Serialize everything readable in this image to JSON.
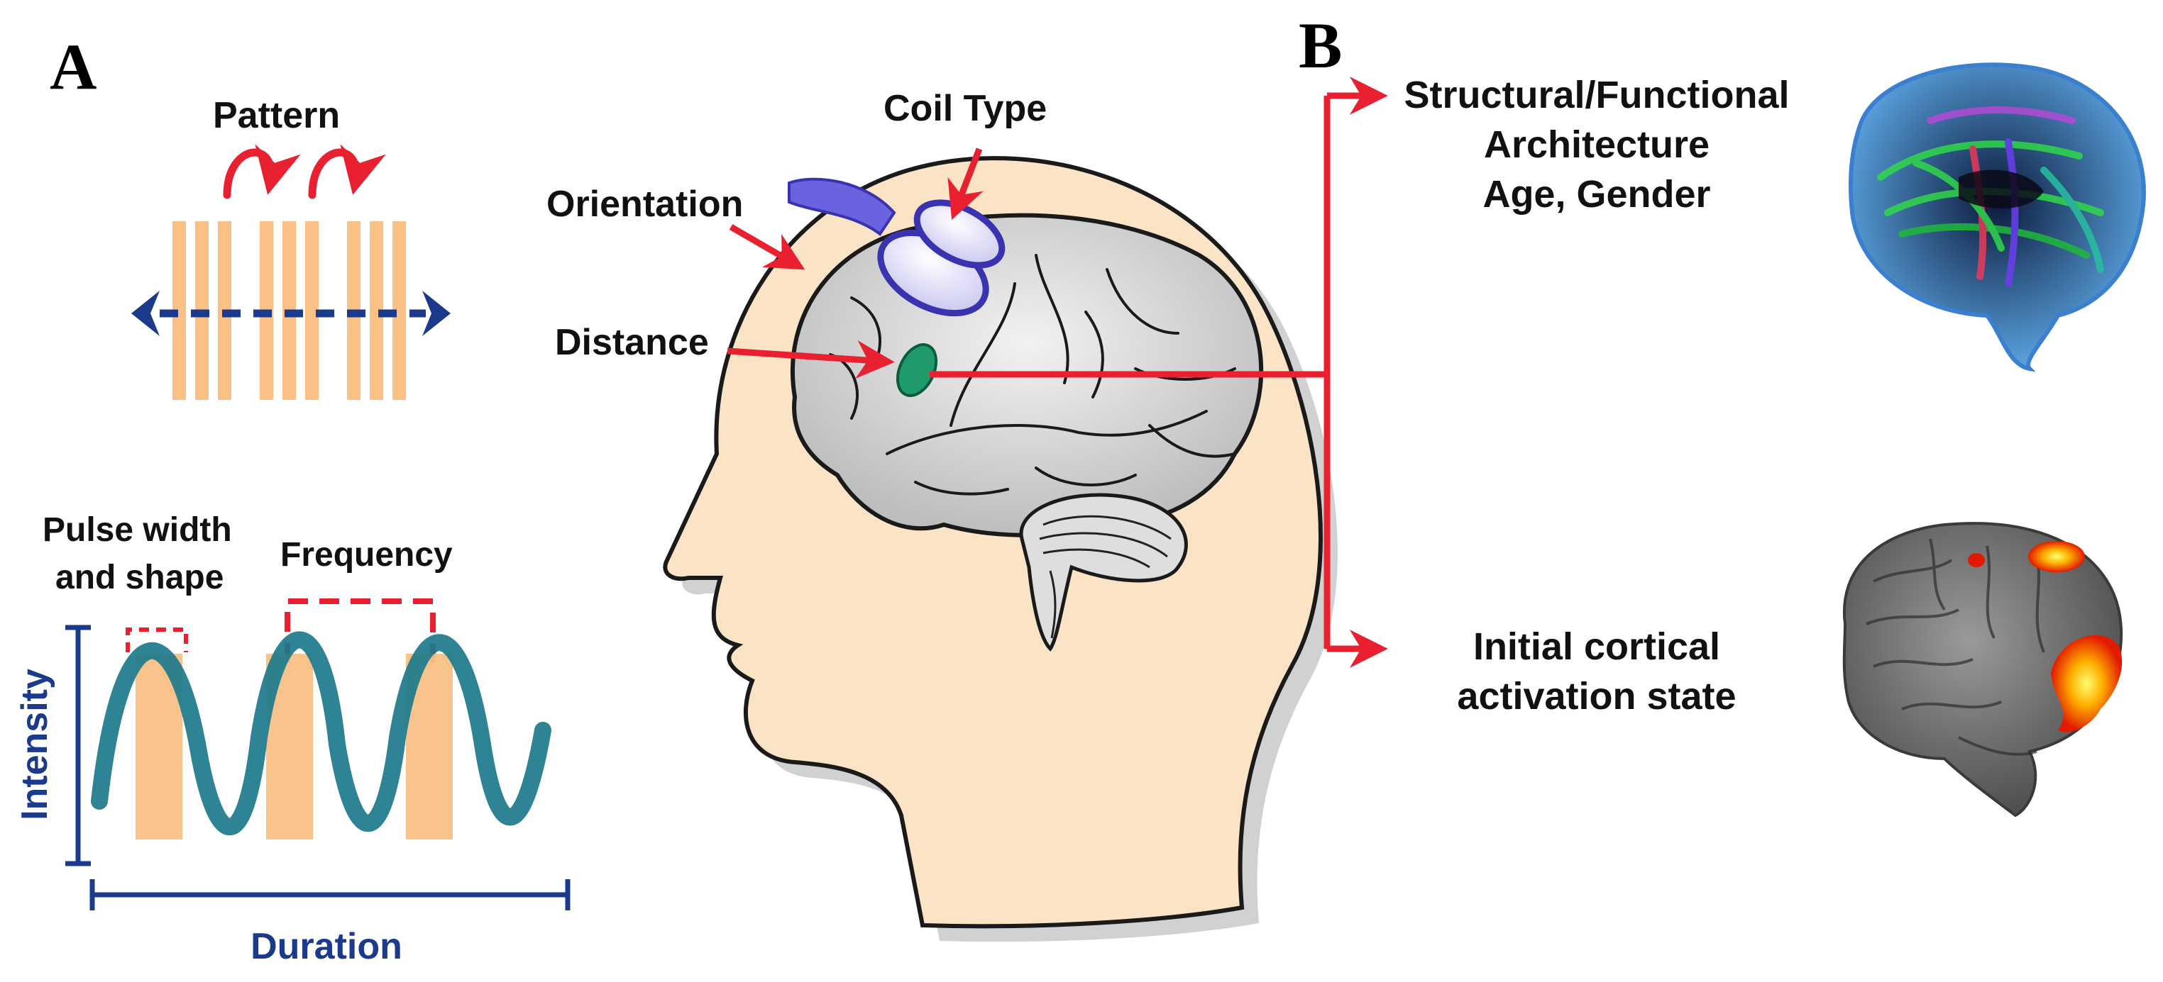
{
  "panels": {
    "a": "A",
    "b": "B"
  },
  "labels": {
    "pattern": "Pattern",
    "pulse_width_line1": "Pulse width",
    "pulse_width_line2": "and shape",
    "frequency": "Frequency",
    "intensity": "Intensity",
    "duration": "Duration",
    "coil_type": "Coil Type",
    "orientation": "Orientation",
    "distance": "Distance",
    "structural_line1": "Structural/Functional",
    "structural_line2": "Architecture",
    "structural_line3": "Age, Gender",
    "initial_line1": "Initial cortical",
    "initial_line2": "activation state"
  },
  "colors": {
    "arrow_red": "#e8202f",
    "navy": "#1b3a8c",
    "pulse_orange": "#f9c185",
    "wave_teal": "#1c7a8c",
    "head_skin": "#fbe3c6",
    "brain_gray": "#d4d4d4",
    "coil_blue": "#4a46c8",
    "target_green": "#1f9a6a"
  },
  "icons": {
    "tractography": "tractography-brain-icon",
    "fmri": "fmri-activation-brain-icon",
    "coil": "figure-eight-coil-icon"
  }
}
